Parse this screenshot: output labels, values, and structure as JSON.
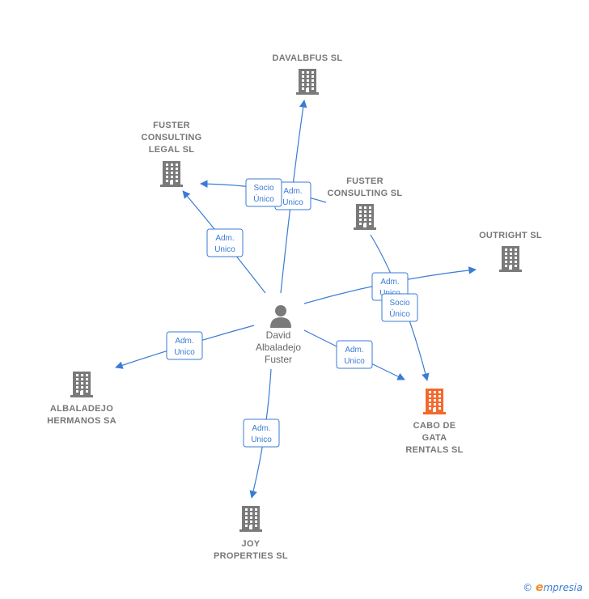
{
  "person": {
    "name_lines": [
      "David",
      "Albaladejo",
      "Fuster"
    ]
  },
  "companies": [
    {
      "id": "davalbfus",
      "label_lines": [
        "DAVALBFUS SL"
      ],
      "focus": false
    },
    {
      "id": "fuster-legal",
      "label_lines": [
        "FUSTER",
        "CONSULTING",
        "LEGAL SL"
      ],
      "focus": false
    },
    {
      "id": "fuster-consulting",
      "label_lines": [
        "FUSTER",
        "CONSULTING SL"
      ],
      "focus": false
    },
    {
      "id": "outright",
      "label_lines": [
        "OUTRIGHT  SL"
      ],
      "focus": false
    },
    {
      "id": "albaladejo",
      "label_lines": [
        "ALBALADEJO",
        "HERMANOS SA"
      ],
      "focus": false
    },
    {
      "id": "cabo",
      "label_lines": [
        "CABO DE",
        "GATA",
        "RENTALS  SL"
      ],
      "focus": true
    },
    {
      "id": "joy",
      "label_lines": [
        "JOY",
        "PROPERTIES SL"
      ],
      "focus": false
    }
  ],
  "relations": [
    {
      "id": "r-davalbfus",
      "lines": [
        "Adm.",
        "Unico"
      ]
    },
    {
      "id": "r-legal-socio",
      "lines": [
        "Socio",
        "Único"
      ]
    },
    {
      "id": "r-legal-adm",
      "lines": [
        "Adm.",
        "Unico"
      ]
    },
    {
      "id": "r-outright",
      "lines": [
        "Adm.",
        "Unico"
      ]
    },
    {
      "id": "r-consulting-socio",
      "lines": [
        "Socio",
        "Único"
      ]
    },
    {
      "id": "r-albaladejo",
      "lines": [
        "Adm.",
        "Unico"
      ]
    },
    {
      "id": "r-cabo",
      "lines": [
        "Adm.",
        "Unico"
      ]
    },
    {
      "id": "r-joy",
      "lines": [
        "Adm.",
        "Unico"
      ]
    }
  ],
  "colors": {
    "edge": "#3a7bd5",
    "building": "#7a7a7a",
    "focus_building": "#f26a2e",
    "person": "#7a7a7a"
  },
  "footer": {
    "copyright": "©",
    "brand_initial": "e",
    "brand_rest": "mpresia"
  }
}
